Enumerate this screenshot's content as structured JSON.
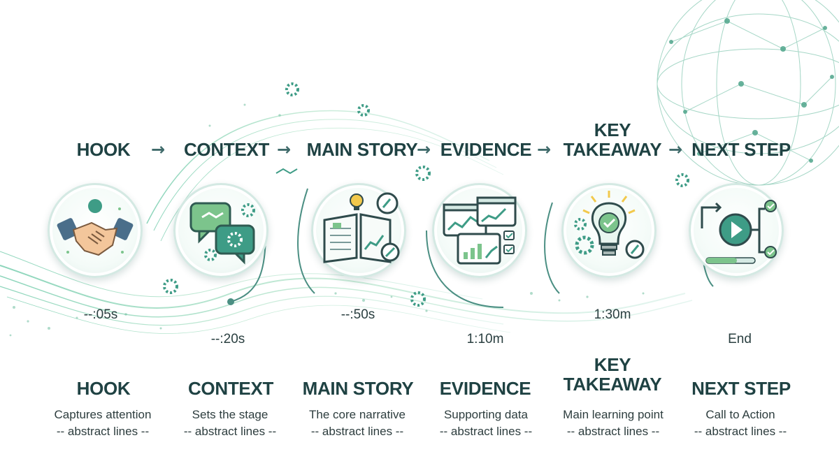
{
  "steps": [
    {
      "title": "HOOK",
      "time": "--:05s",
      "description": "Captures attention",
      "note": "-- abstract lines --",
      "icon": "handshake-icon"
    },
    {
      "title": "CONTEXT",
      "time": "--:20s",
      "description": "Sets the stage",
      "note": "-- abstract lines --",
      "icon": "speech-bubbles-icon"
    },
    {
      "title": "MAIN STORY",
      "time": "--:50s",
      "description": "The core narrative",
      "note": "-- abstract lines --",
      "icon": "open-book-icon"
    },
    {
      "title": "EVIDENCE",
      "time": "1:10m",
      "description": "Supporting data",
      "note": "-- abstract lines --",
      "icon": "charts-icon"
    },
    {
      "title_line1": "KEY",
      "title_line2": "TAKEAWAY",
      "time": "1:30m",
      "description": "Main learning point",
      "note": "-- abstract lines --",
      "icon": "lightbulb-icon"
    },
    {
      "title": "NEXT STEP",
      "time": "End",
      "description": "Call to Action",
      "note": "-- abstract lines --",
      "icon": "play-flow-icon"
    }
  ],
  "arrow_glyph": "→",
  "colors": {
    "accent": "#3e9c86",
    "dark": "#1f4243",
    "light_teal": "#cfe8df",
    "green": "#7cc48c",
    "yellow": "#f2c94c"
  }
}
